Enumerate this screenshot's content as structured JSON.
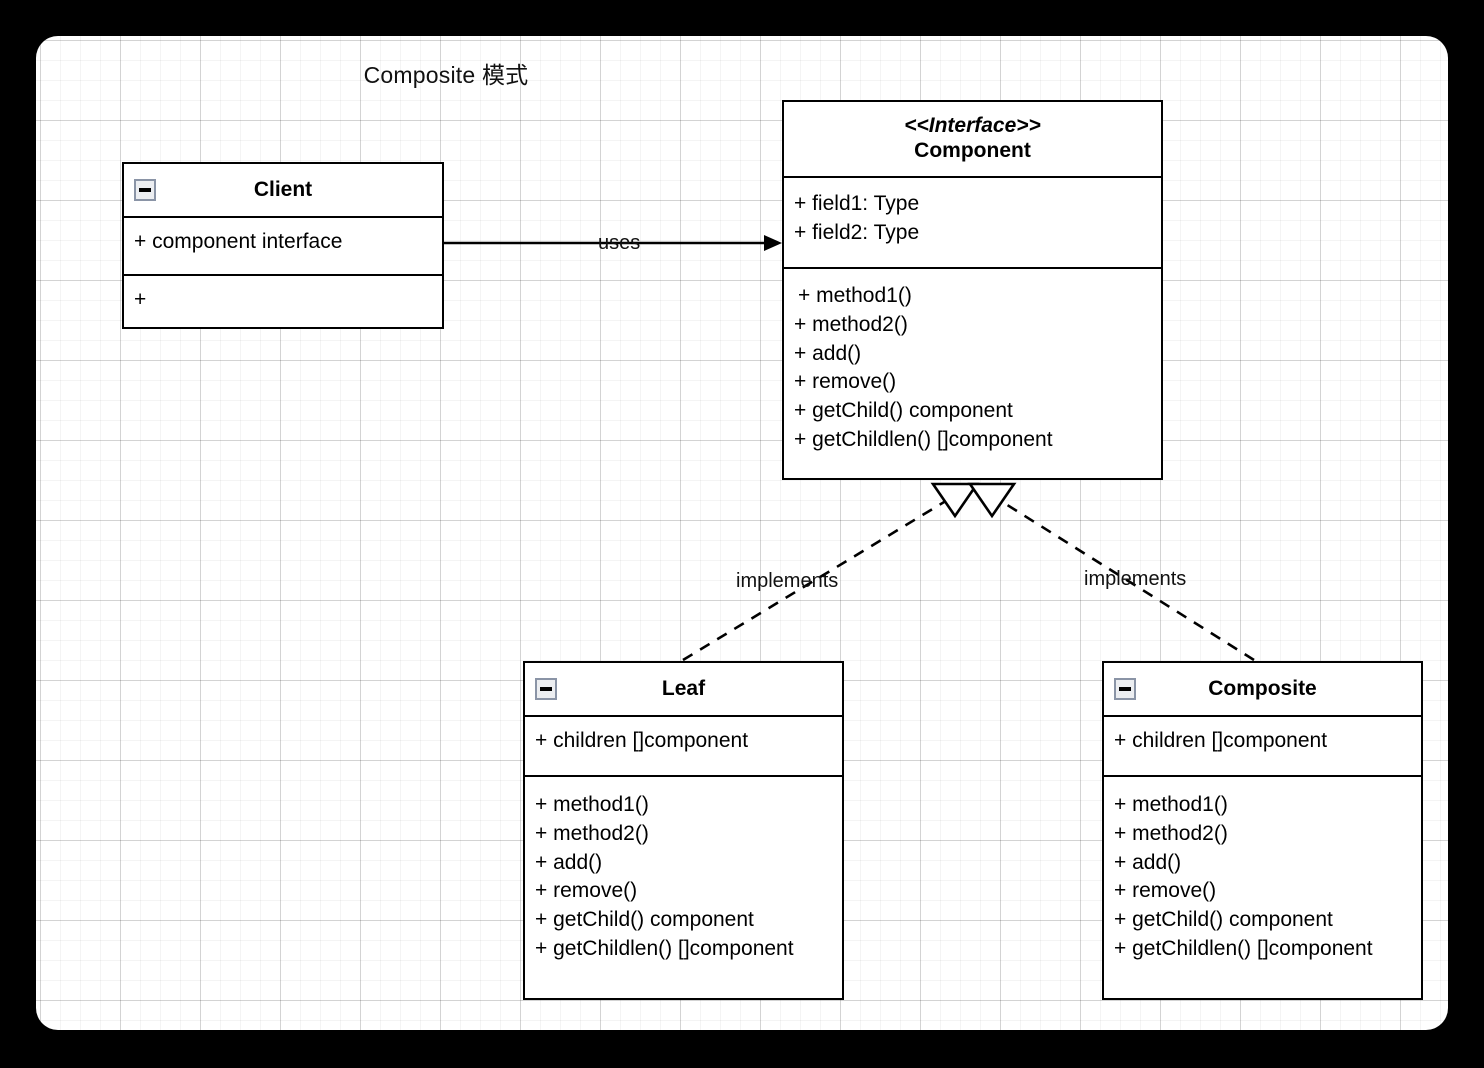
{
  "diagram": {
    "title": "Composite 模式",
    "background_color": "#ffffff",
    "outer_color": "#000000",
    "line_color": "#000000",
    "collapse_icon_fill": "#eceef1",
    "collapse_icon_border": "#8a94a6"
  },
  "classes": {
    "client": {
      "name": "Client",
      "collapse_icon": "minus-icon",
      "attributes": [
        "+ component interface"
      ],
      "methods": [
        "+"
      ]
    },
    "component": {
      "stereotype": "<<Interface>>",
      "name": "Component",
      "attributes": [
        "+ field1: Type",
        "+ field2: Type"
      ],
      "methods": [
        "+ method1()",
        "+ method2()",
        "+ add()",
        "+ remove()",
        "+ getChild() component",
        "+ getChildlen() []component"
      ]
    },
    "leaf": {
      "name": "Leaf",
      "collapse_icon": "minus-icon",
      "attributes": [
        "+ children []component"
      ],
      "methods": [
        "+ method1()",
        "+ method2()",
        "+ add()",
        "+ remove()",
        "+ getChild() component",
        "+ getChildlen() []component"
      ]
    },
    "composite": {
      "name": "Composite",
      "collapse_icon": "minus-icon",
      "attributes": [
        "+ children []component"
      ],
      "methods": [
        "+ method1()",
        "+ method2()",
        "+ add()",
        "+ remove()",
        "+ getChild() component",
        "+ getChildlen() []component"
      ]
    }
  },
  "relations": {
    "uses": {
      "label": "uses",
      "style": "solid",
      "arrow": "filled-arrow",
      "from": "client",
      "to": "component"
    },
    "leaf_implements": {
      "label": "implements",
      "style": "dashed",
      "arrow": "hollow-triangle",
      "from": "leaf",
      "to": "component"
    },
    "composite_implements": {
      "label": "implements",
      "style": "dashed",
      "arrow": "hollow-triangle",
      "from": "composite",
      "to": "component"
    }
  }
}
